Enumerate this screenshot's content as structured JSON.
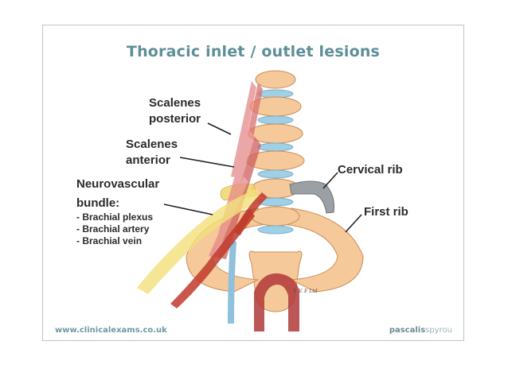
{
  "title": "Thoracic inlet / outlet lesions",
  "labels": {
    "scalenes_posterior_1": "Scalenes",
    "scalenes_posterior_2": "posterior",
    "scalenes_anterior_1": "Scalenes",
    "scalenes_anterior_2": "anterior",
    "neurovascular_1": "Neurovascular",
    "neurovascular_2": "bundle:",
    "bundle_items": [
      "- Brachial plexus",
      "- Brachial artery",
      "- Brachial vein"
    ],
    "cervical_rib": "Cervical rib",
    "first_rib": "First rib"
  },
  "copyright": "© V. E Ltd",
  "footer": {
    "website": "www.clinicalexams.co.uk",
    "brand_main": "pascalis",
    "brand_accent": "spyrou"
  },
  "colors": {
    "title": "#5e8f97",
    "bone": "#f6c99a",
    "bone_outline": "#c98d59",
    "disc": "#9fd0e6",
    "cervical_rib": "#9aa0a3",
    "artery": "#c0392b",
    "vein": "#8fc1dc",
    "nerve": "#f2e07a",
    "muscle": "#e58a8a"
  }
}
